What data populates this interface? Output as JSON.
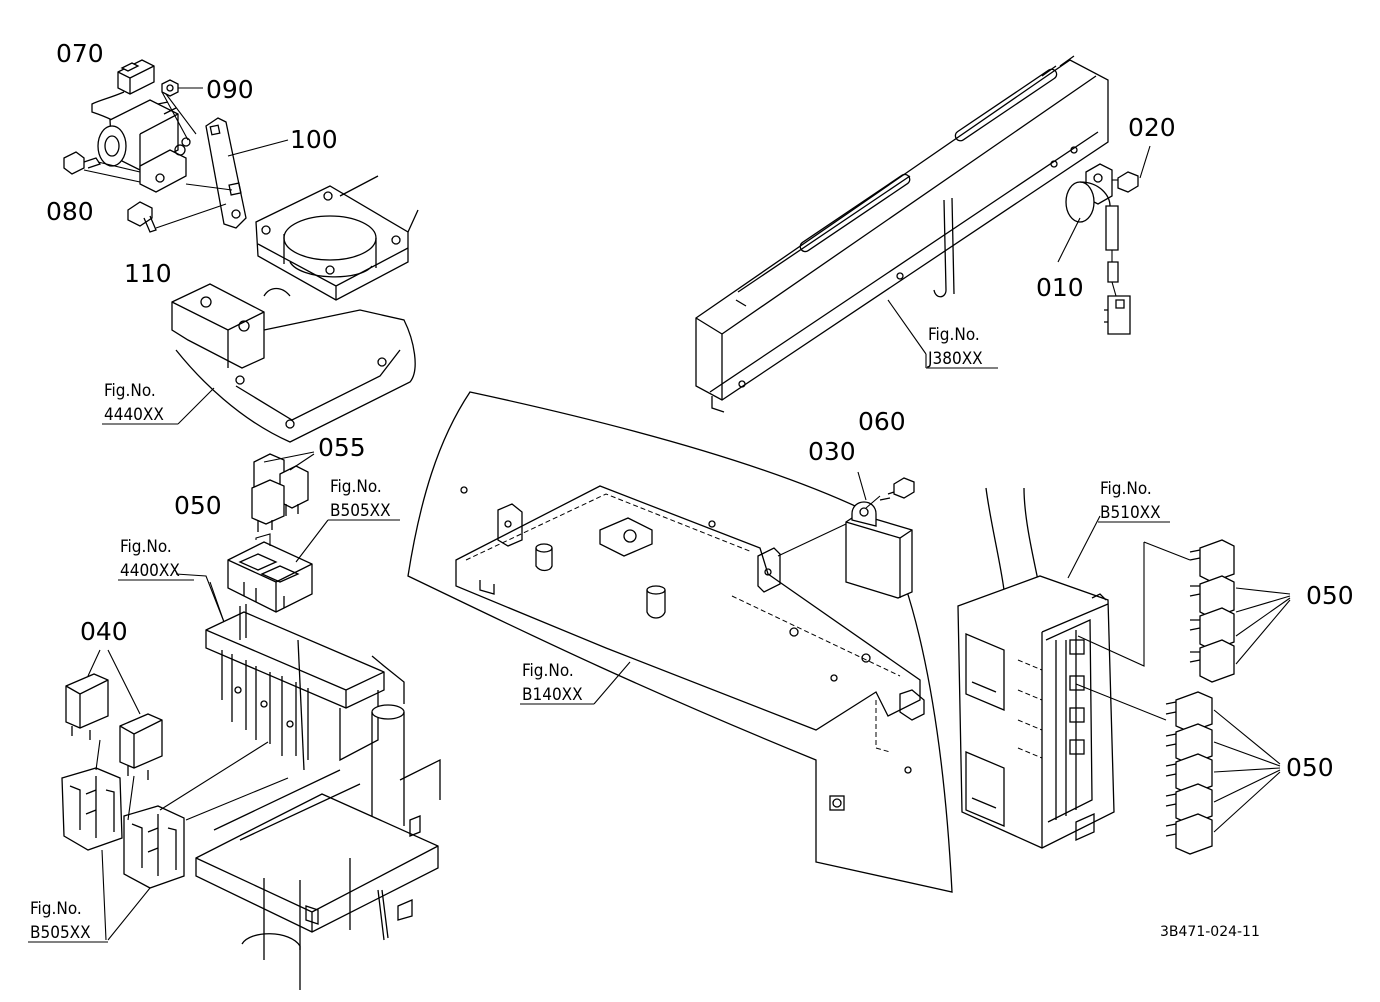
{
  "parts": [
    {
      "id": "p070",
      "label": "070"
    },
    {
      "id": "p090",
      "label": "090"
    },
    {
      "id": "p100",
      "label": "100"
    },
    {
      "id": "p080",
      "label": "080"
    },
    {
      "id": "p110",
      "label": "110"
    },
    {
      "id": "p020",
      "label": "020"
    },
    {
      "id": "p010",
      "label": "010"
    },
    {
      "id": "p055",
      "label": "055"
    },
    {
      "id": "p050a",
      "label": "050"
    },
    {
      "id": "p060",
      "label": "060"
    },
    {
      "id": "p030",
      "label": "030"
    },
    {
      "id": "p040",
      "label": "040"
    },
    {
      "id": "p050b",
      "label": "050"
    },
    {
      "id": "p050c",
      "label": "050"
    }
  ],
  "figure_refs": [
    {
      "prefix": "Fig.No.",
      "code": "4440XX"
    },
    {
      "prefix": "Fig.No.",
      "code": "J380XX"
    },
    {
      "prefix": "Fig.No.",
      "code": "B505XX"
    },
    {
      "prefix": "Fig.No.",
      "code": "4400XX"
    },
    {
      "prefix": "Fig.No.",
      "code": "B140XX"
    },
    {
      "prefix": "Fig.No.",
      "code": "B510XX"
    },
    {
      "prefix": "Fig.No.",
      "code": "B505XX"
    }
  ],
  "drawing_code": "3B471-024-11",
  "line_color": "#000000",
  "background_color": "#ffffff"
}
